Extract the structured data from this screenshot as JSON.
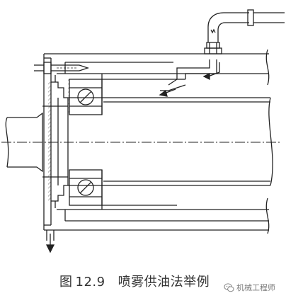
{
  "figure": {
    "prefix": "图",
    "number": "12.9",
    "title": "喷雾供油法举例"
  },
  "watermark": {
    "text": "机械工程师",
    "icon": "wechat-icon"
  }
}
